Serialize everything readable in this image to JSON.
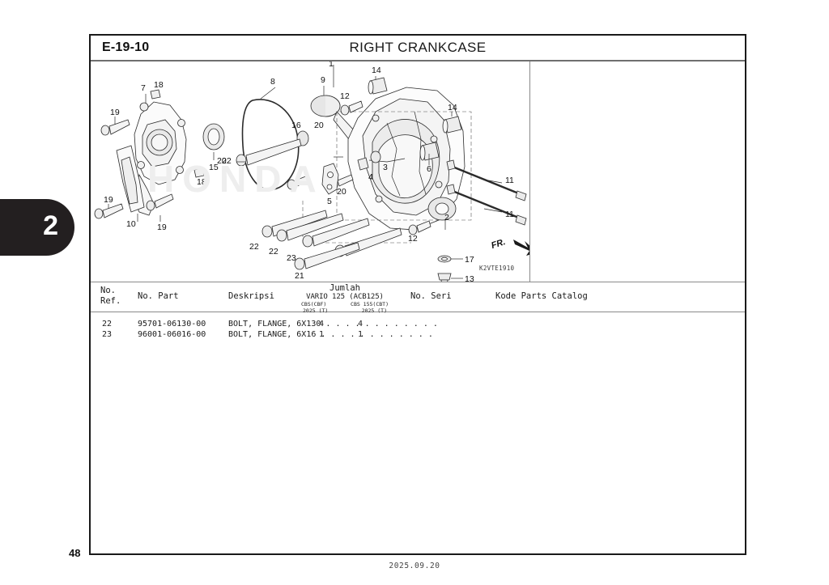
{
  "header": {
    "code": "E-19-10",
    "title": "RIGHT CRANKCASE"
  },
  "section_tab": {
    "number": "2"
  },
  "diagram": {
    "watermark": "HONDA",
    "direction_label": "FR.",
    "drawing_code": "K2VTE1910",
    "callouts": [
      "1",
      "2",
      "3",
      "4",
      "5",
      "6",
      "7",
      "8",
      "9",
      "10",
      "11",
      "11",
      "12",
      "12",
      "13",
      "14",
      "14",
      "15",
      "16",
      "17",
      "18",
      "18",
      "19",
      "19",
      "19",
      "20",
      "20",
      "20",
      "21",
      "22",
      "22",
      "22",
      "23"
    ]
  },
  "table": {
    "headers": {
      "no_ref": "No.\nRef.",
      "no_part": "No. Part",
      "deskripsi": "Deskripsi",
      "jumlah": "Jumlah",
      "jumlah_model": "VARIO 125 (ACB125)",
      "jumlah_sub_1": "CBS(CBF)",
      "jumlah_sub_2": "CBS 155(CBT)",
      "jumlah_year_1": "2025 (T)",
      "jumlah_year_2": "2025 (T)",
      "no_seri": "No. Seri",
      "kode_parts_catalog": "Kode Parts Catalog"
    },
    "rows": [
      {
        "ref": "22",
        "part": "95701-06130-00",
        "desc": "BOLT, FLANGE, 6X130 . . . . . . . . . . . .",
        "qty1": "4",
        "qty2": "4",
        "seri": "",
        "kode": ""
      },
      {
        "ref": "23",
        "part": "96001-06016-00",
        "desc": "BOLT, FLANGE, 6X16 . . . . . . . . . . . .",
        "qty1": "1",
        "qty2": "1",
        "seri": "",
        "kode": ""
      }
    ]
  },
  "footer": {
    "page_number": "48",
    "date": "2025.09.20"
  }
}
